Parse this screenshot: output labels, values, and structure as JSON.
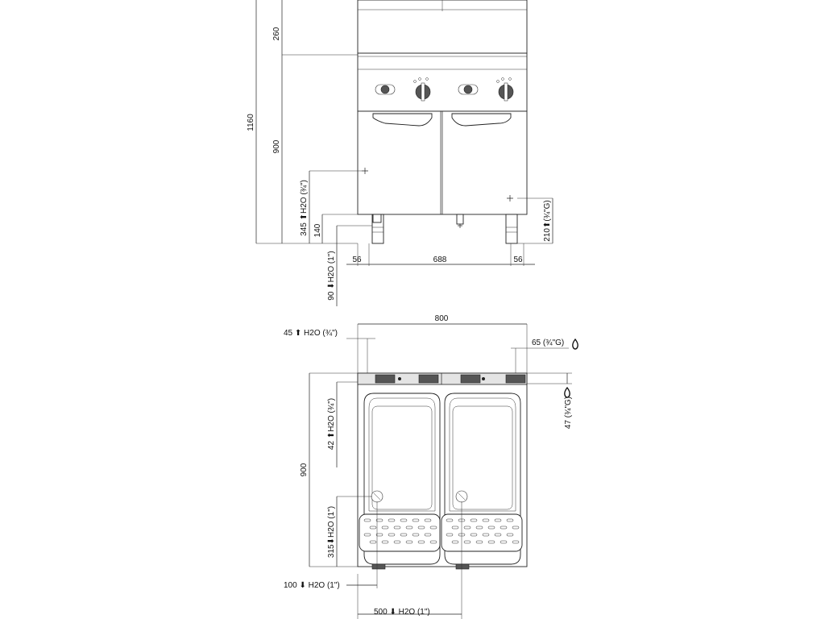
{
  "front_view": {
    "total_height": "1160",
    "top_height": "260",
    "body_height": "900",
    "water_inlet": "345 ⬆H2O (¾\")",
    "leg_height": "140",
    "gas_inlet": "210⬆(¾\"G)",
    "drain_offset": "90 ⬇H2O (1\")",
    "left_margin": "56",
    "leg_spacing": "688",
    "right_margin": "56"
  },
  "top_view": {
    "total_width": "800",
    "water_inlet": "45 ⬆ H2O (¾\")",
    "gas_inlet": "65 (¾\"G)",
    "gas_depth": "47 (¾\"G)",
    "water_inlet_depth": "42 ⬆H2O (¾\")",
    "total_depth": "900",
    "drain_depth": "315⬇H2O (1\")",
    "drain_left": "100 ⬇ H2O (1\")",
    "drain_center": "500 ⬇ H2O (1\")"
  },
  "icons": {
    "gas_flame": "flame-icon",
    "arrow_up": "arrow-up-icon",
    "arrow_down": "arrow-down-icon"
  },
  "colors": {
    "line": "#222222",
    "knob": "#444444",
    "background": "#ffffff"
  }
}
